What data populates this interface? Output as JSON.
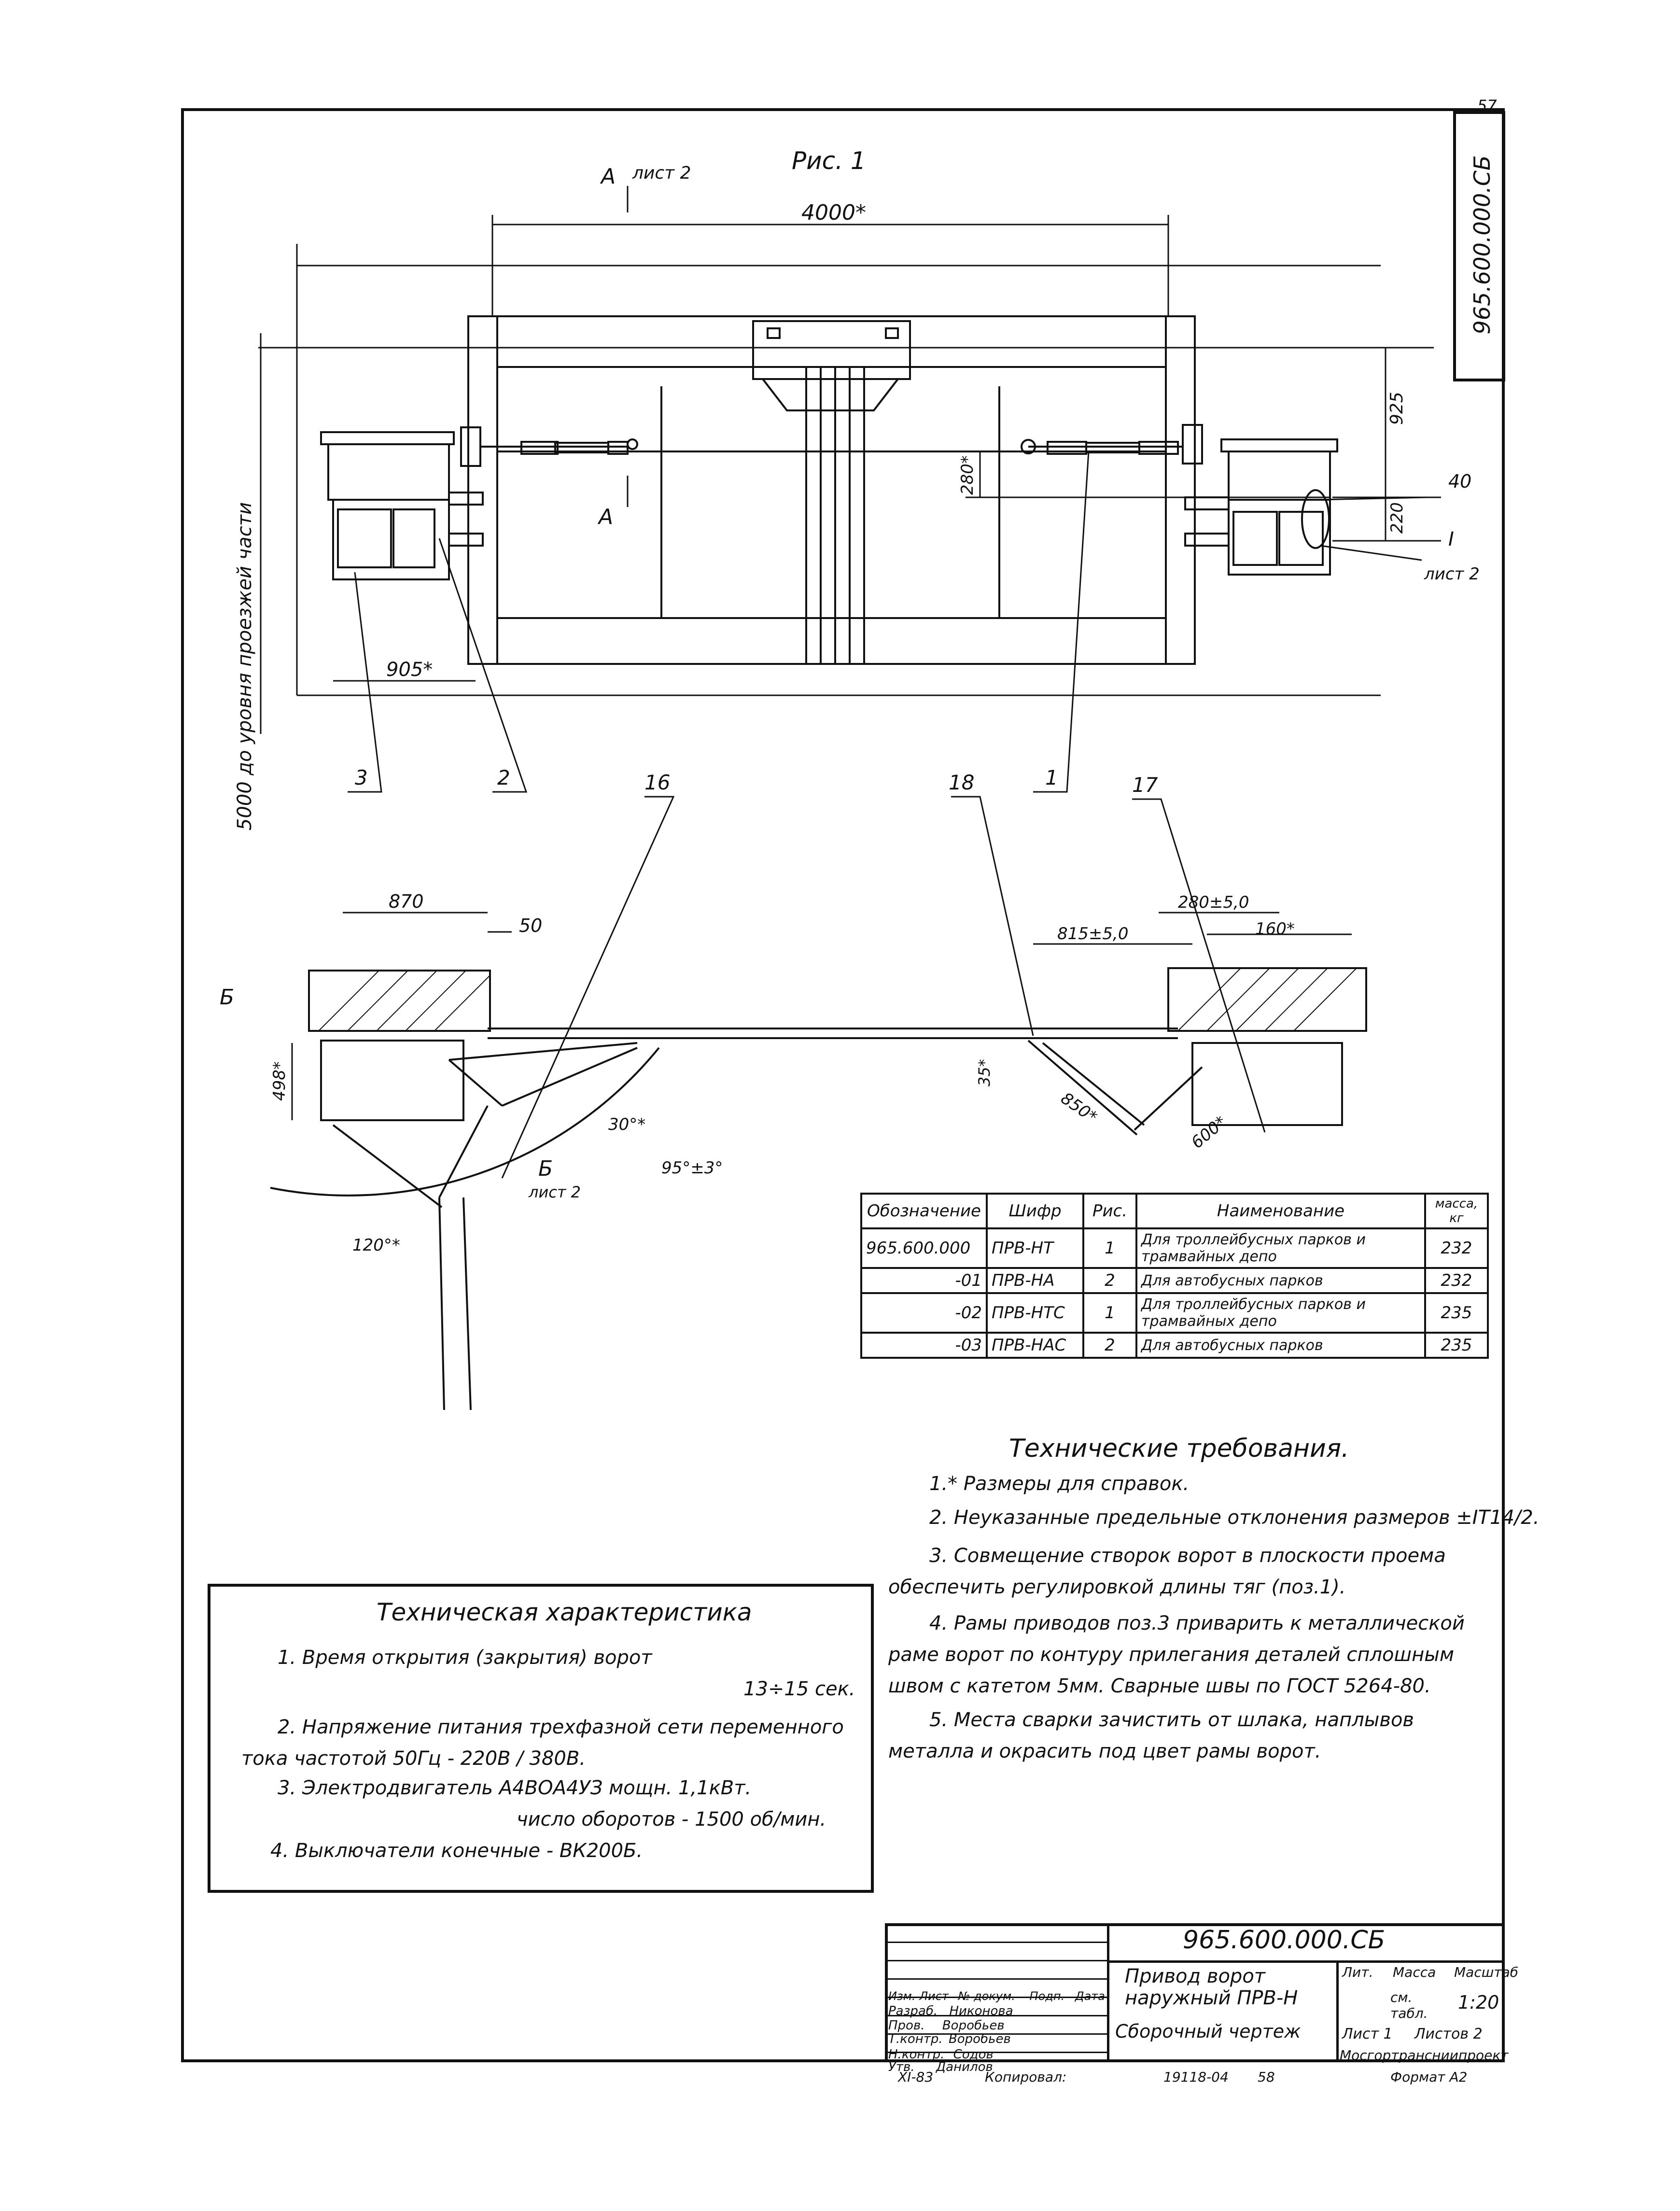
{
  "page_number": "57",
  "stamp_code_vertical": "965.600.000.СБ",
  "figure_label": "Рис. 1",
  "section_ref_top": "А",
  "section_ref_top_sheet": "лист 2",
  "section_ref_bottom": "А",
  "dims": {
    "width_total": "4000*",
    "height_925": "925",
    "height_280": "280*",
    "height_220": "220",
    "pos_40": "40",
    "node_I": "I",
    "node_I_sheet": "лист 2",
    "left_905": "905*",
    "vertical_5000": "5000 до уровня проезжей части",
    "plan_870": "870",
    "plan_50": "50",
    "plan_498": "498*",
    "plan_30": "30°*",
    "plan_95": "95°±3°",
    "plan_120": "120°*",
    "plan_815": "815±5,0",
    "plan_280": "280±5,0",
    "plan_160": "160*",
    "plan_35": "35*",
    "plan_850": "850*",
    "plan_600": "600*",
    "view_B_left": "Б",
    "view_B_cut": "Б",
    "view_B_sheet": "лист 2"
  },
  "callouts": [
    "3",
    "2",
    "16",
    "18",
    "1",
    "17"
  ],
  "spec_table": {
    "headers": [
      "Обозначение",
      "Шифр",
      "Рис.",
      "Наименование",
      "масса, кг"
    ],
    "rows": [
      [
        "965.600.000",
        "ПРВ-НТ",
        "1",
        "Для троллейбусных парков и трамвайных депо",
        "232"
      ],
      [
        "-01",
        "ПРВ-НА",
        "2",
        "Для автобусных парков",
        "232"
      ],
      [
        "-02",
        "ПРВ-НТС",
        "1",
        "Для троллейбусных парков и трамвайных депо",
        "235"
      ],
      [
        "-03",
        "ПРВ-НАС",
        "2",
        "Для автобусных парков",
        "235"
      ]
    ]
  },
  "tech_requirements": {
    "title": "Технические требования.",
    "items": [
      "1.* Размеры для справок.",
      "2. Неуказанные предельные отклонения размеров ±IT14/2.",
      "3. Совмещение створок ворот в плоскости проема обеспечить регулировкой длины тяг (поз.1).",
      "4. Рамы приводов поз.3 приварить к металлической раме ворот по контуру прилегания деталей сплошным швом с катетом 5мм. Сварные швы по ГОСТ 5264-80.",
      "5. Места сварки зачистить от шлака, наплывов металла и окрасить под цвет рамы ворот."
    ]
  },
  "tech_characteristics": {
    "title": "Техническая характеристика",
    "items": [
      "1. Время открытия (закрытия) ворот",
      "13÷15 сек.",
      "2. Напряжение питания трехфазной сети переменного тока частотой 50Гц - 220В / 380В.",
      "3. Электродвигатель А4ВОА4УЗ мощн. 1,1кВт.",
      "число оборотов - 1500 об/мин.",
      "4. Выключатели конечные - ВК200Б."
    ]
  },
  "title_block": {
    "doc_code": "965.600.000.СБ",
    "name_line1": "Привод ворот",
    "name_line2": "наружный ПРВ-Н",
    "name_line3": "Сборочный чертеж",
    "col_lit": "Лит.",
    "col_mass": "Масса",
    "col_scale": "Масштаб",
    "mass_value": "см. табл.",
    "scale_value": "1:20",
    "sheet": "Лист 1",
    "sheets": "Листов 2",
    "org": "Мосгортрансниипроект",
    "rows_head": [
      "Изм.",
      "Лист",
      "№ докум.",
      "Подп.",
      "Дата"
    ],
    "roles": [
      [
        "Разраб.",
        "Никонова"
      ],
      [
        "Пров.",
        "Воробьев"
      ],
      [
        "Т.контр.",
        "Воробьев"
      ],
      [
        "",
        ""
      ],
      [
        "Н.контр.",
        "Содов"
      ],
      [
        "Утв.",
        "Данилов"
      ]
    ]
  },
  "footer": {
    "date": "XI-83",
    "copied": "Копировал:",
    "number": "19118-04",
    "sheet_num": "58",
    "format": "Формат А2"
  }
}
